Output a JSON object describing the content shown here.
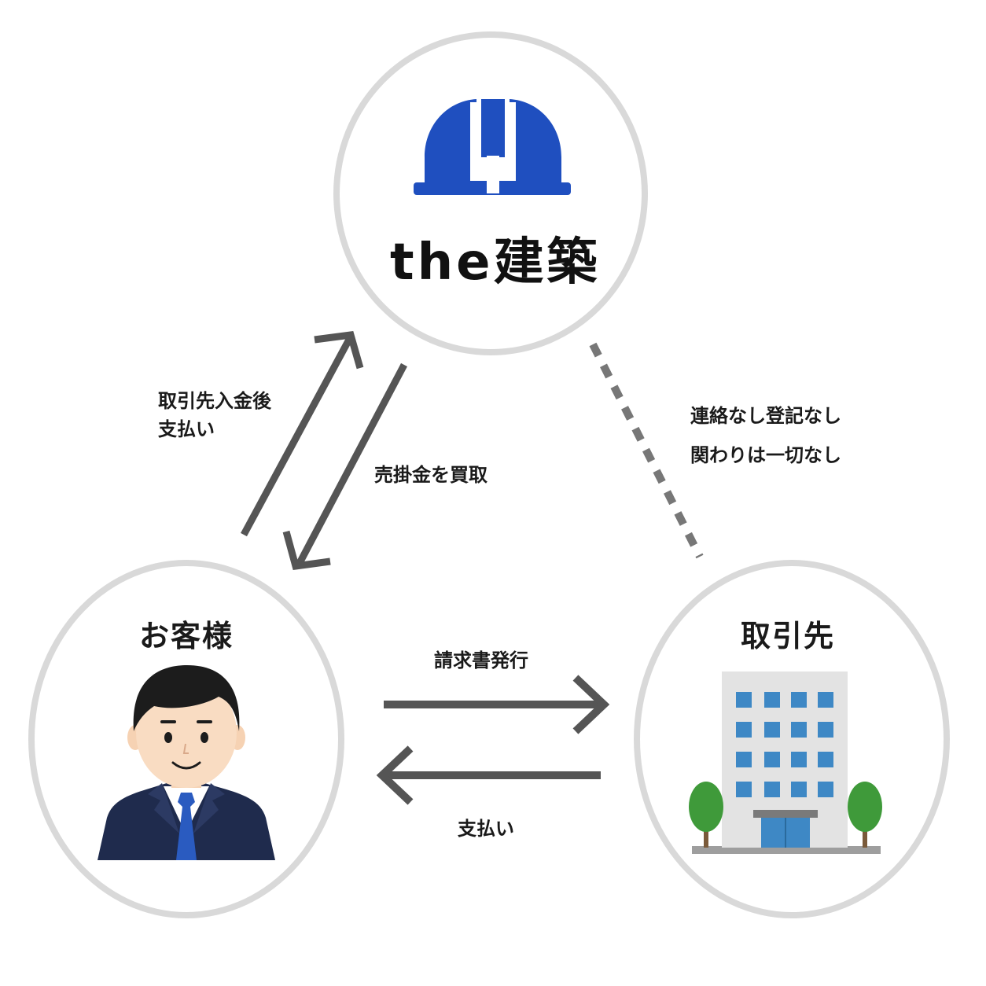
{
  "nodes": {
    "company": {
      "title": "the建築",
      "icon": "hard-hat-icon",
      "color": "#1f4fbf"
    },
    "customer": {
      "title": "お客様",
      "icon": "businessman-avatar"
    },
    "vendor": {
      "title": "取引先",
      "icon": "office-building-icon"
    }
  },
  "edges": {
    "company_to_customer_pay": {
      "line1": "取引先入金後",
      "line2": "支払い"
    },
    "buy_receivables": {
      "label": "売掛金を買取"
    },
    "no_relation": {
      "line1": "連絡なし登記なし",
      "line2": "関わりは一切なし"
    },
    "invoice": {
      "label": "請求書発行"
    },
    "payment": {
      "label": "支払い"
    }
  },
  "colors": {
    "arrow": "#555555",
    "dotted": "#777777",
    "ring": "#d9d9d9",
    "brand_blue": "#1f4fbf"
  }
}
